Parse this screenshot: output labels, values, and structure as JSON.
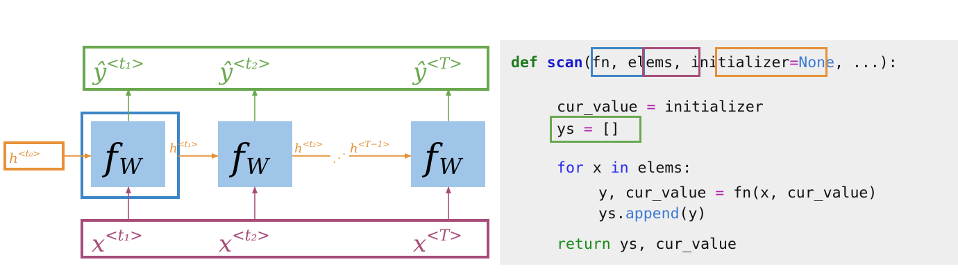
{
  "diagram": {
    "outputs": [
      {
        "base": "ŷ",
        "sup": "<t₁>"
      },
      {
        "base": "ŷ",
        "sup": "<t₂>"
      },
      {
        "base": "ŷ",
        "sup": "<T>"
      }
    ],
    "cells": [
      {
        "f": "f",
        "sub": "W"
      },
      {
        "f": "f",
        "sub": "W"
      },
      {
        "f": "f",
        "sub": "W"
      }
    ],
    "inputs": [
      {
        "base": "x",
        "sup": "<t₁>"
      },
      {
        "base": "x",
        "sup": "<t₂>"
      },
      {
        "base": "x",
        "sup": "<T>"
      }
    ],
    "initial_state": {
      "base": "h",
      "sup": "<t₀>"
    },
    "hidden_states": [
      {
        "base": "h",
        "sup": "<t₁>"
      },
      {
        "base": "h",
        "sup": "<t₂>"
      },
      {
        "base": "h",
        "sup": "<T−1>"
      }
    ],
    "ellipsis": ". . .",
    "colors": {
      "cell_fill": "#9fc5e8",
      "output_box": "#6aa84f",
      "input_box": "#a64d79",
      "initial_box": "#e69138",
      "highlight_cell_box": "#3d85c6",
      "hidden_arrow": "#e69138",
      "up_arrow": "#6aa84f",
      "in_arrow": "#a64d79"
    }
  },
  "code": {
    "def": "def",
    "fname": "scan",
    "open_paren": "(",
    "arg_fn": "fn,",
    "sp1": " ",
    "arg_elems": "elems",
    "comma2": ", ",
    "arg_init": "initializer",
    "eq_default": "=",
    "none_kw": "None",
    "rest_sig": ", ...):",
    "l2_var": "cur_value",
    "l2_eq": " = ",
    "l2_val": "initializer",
    "l3_var": "ys",
    "l3_eq": " = ",
    "l3_val": "[]",
    "l4_for": "for",
    "l4_x": " x ",
    "l4_in": "in",
    "l4_rest": " elems:",
    "l5_lhs": "y, cur_value",
    "l5_eq": " = ",
    "l5_rhs": "fn(x, cur_value)",
    "l6_obj": "ys.",
    "l6_method": "append",
    "l6_arg": "(y)",
    "l7_ret": "return",
    "l7_rest": " ys, cur_value"
  }
}
